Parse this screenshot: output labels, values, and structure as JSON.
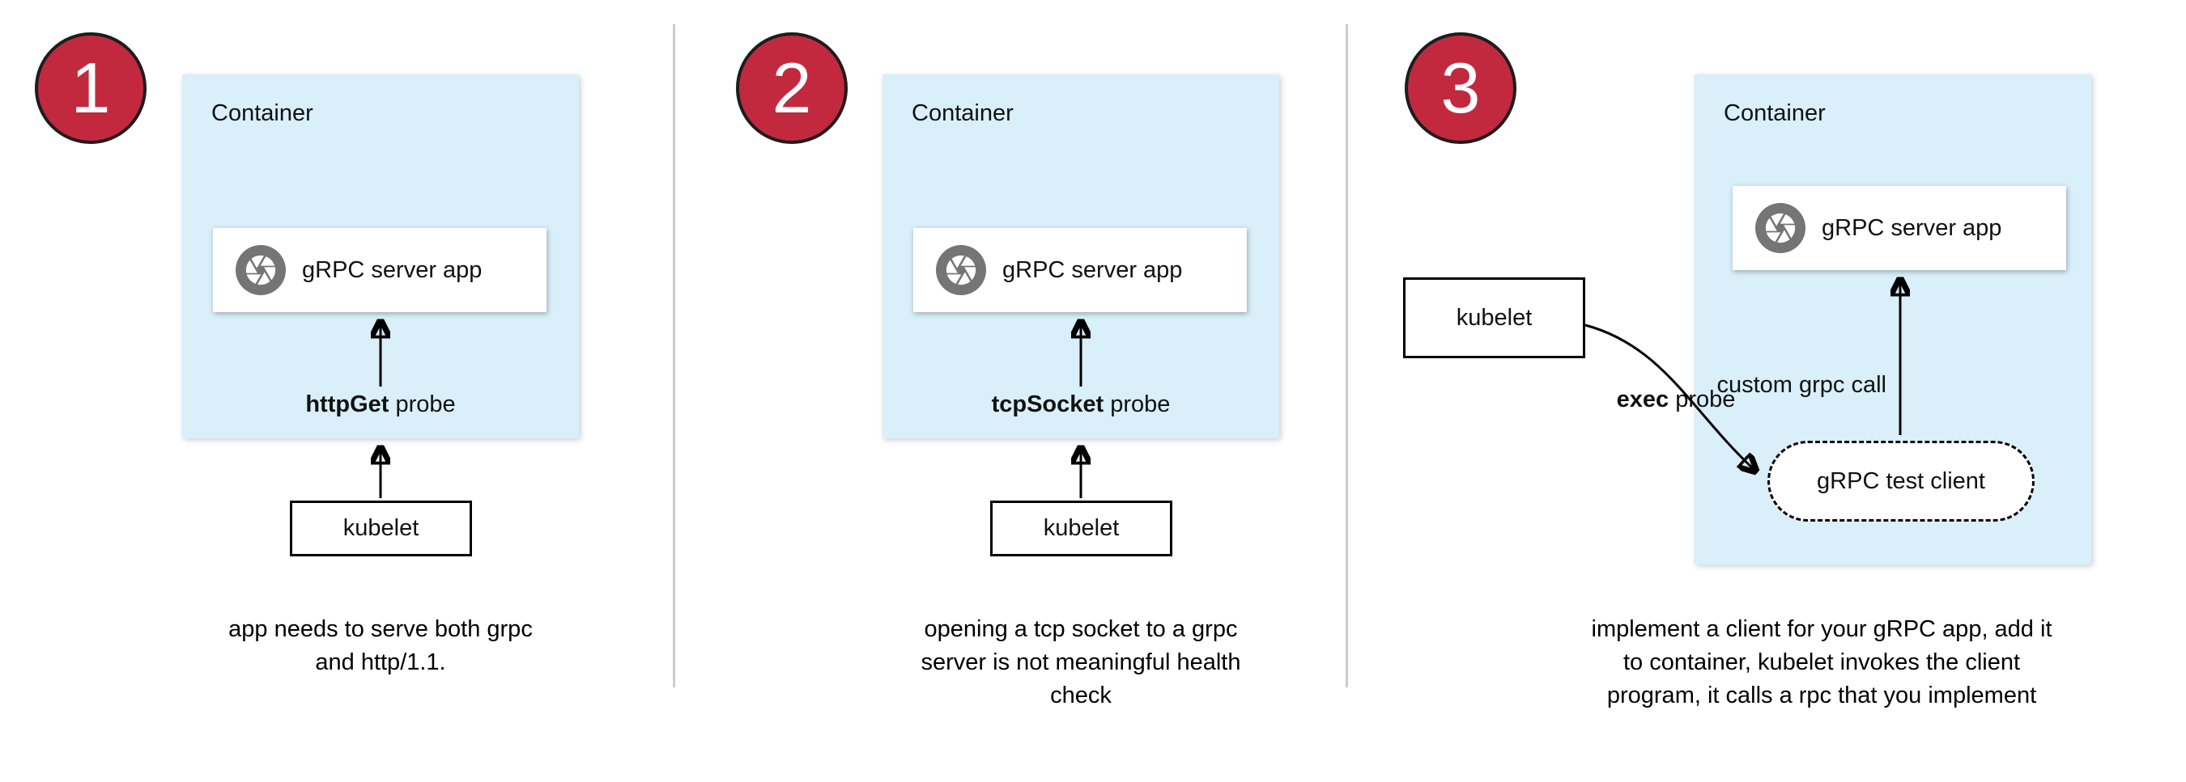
{
  "colors": {
    "badge_red": "#c3293e",
    "container_blue": "#d9eff9",
    "icon_gray": "#757575",
    "arrow_black": "#000000",
    "divider_gray": "#cccccc"
  },
  "panels": [
    {
      "number": "1",
      "container_label": "Container",
      "server_app_label": "gRPC server app",
      "probe_bold": "httpGet",
      "probe_rest": " probe",
      "kubelet_label": "kubelet",
      "caption_lines": [
        "app needs to serve both grpc",
        "and http/1.1."
      ]
    },
    {
      "number": "2",
      "container_label": "Container",
      "server_app_label": "gRPC server app",
      "probe_bold": "tcpSocket",
      "probe_rest": " probe",
      "kubelet_label": "kubelet",
      "caption_lines": [
        "opening a tcp socket to a grpc",
        "server is not meaningful health",
        "check"
      ]
    },
    {
      "number": "3",
      "container_label": "Container",
      "server_app_label": "gRPC server app",
      "probe_bold": "exec",
      "probe_rest": " probe",
      "kubelet_label": "kubelet",
      "custom_call_label": "custom grpc call",
      "test_client_label": "gRPC test client",
      "caption_lines": [
        "implement a client for your gRPC app, add it",
        "to container, kubelet invokes the client",
        "program, it calls a rpc that you implement"
      ]
    }
  ]
}
